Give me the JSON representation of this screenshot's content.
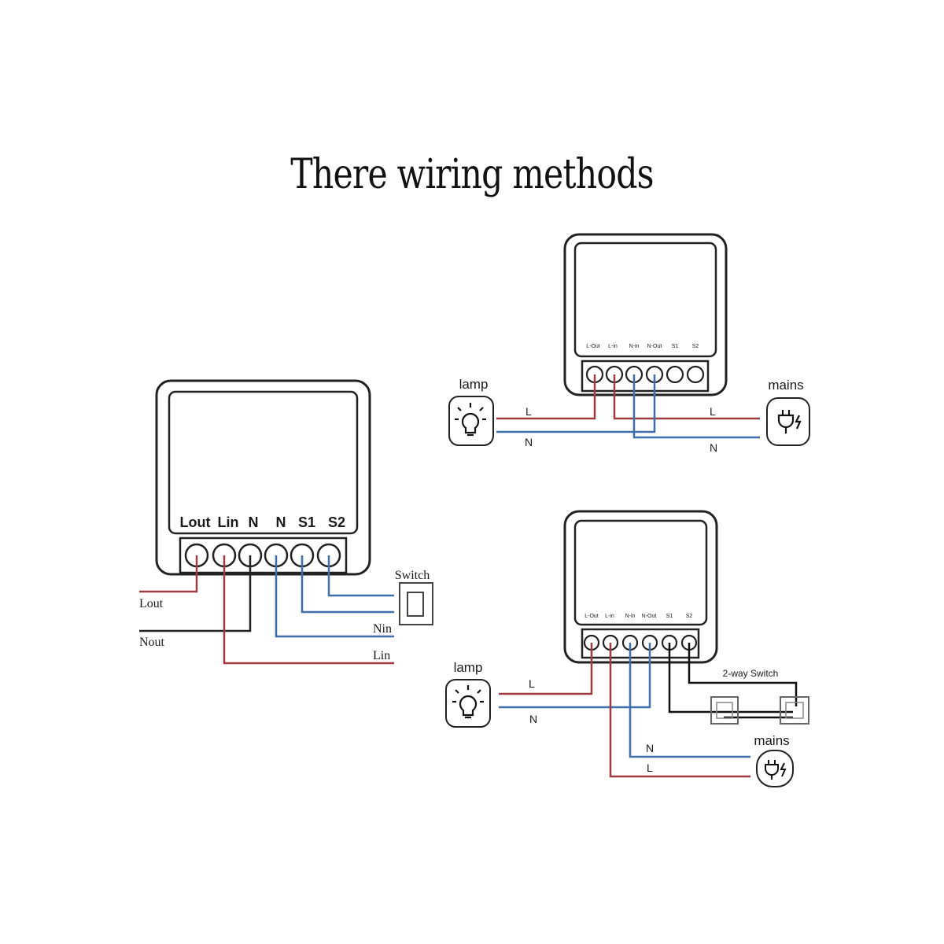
{
  "title": "There wiring methods",
  "colors": {
    "live": "#9e3a40",
    "neutral": "#3f6fa8",
    "ink": "#222222",
    "switch_wire": "#111111"
  },
  "diagram_left": {
    "terminals": [
      "Lout",
      "Lin",
      "N",
      "N",
      "S1",
      "S2"
    ],
    "switch_label": "Switch",
    "wires": [
      "Lout",
      "Nout",
      "Nin",
      "Lin"
    ]
  },
  "diagram_top": {
    "terminals": [
      "L-Out",
      "L-in",
      "N-in",
      "N-Out",
      "S1",
      "S2"
    ],
    "lamp_label": "lamp",
    "mains_label": "mains",
    "wire_labels": {
      "lamp_l": "L",
      "lamp_n": "N",
      "mains_l": "L",
      "mains_n": "N"
    }
  },
  "diagram_bottom": {
    "terminals": [
      "L-Out",
      "L-in",
      "N-in",
      "N-Out",
      "S1",
      "S2"
    ],
    "lamp_label": "lamp",
    "mains_label": "mains",
    "switch_label": "2-way Switch",
    "wire_labels": {
      "lamp_l": "L",
      "lamp_n": "N",
      "mains_n": "N",
      "mains_l": "L"
    }
  }
}
